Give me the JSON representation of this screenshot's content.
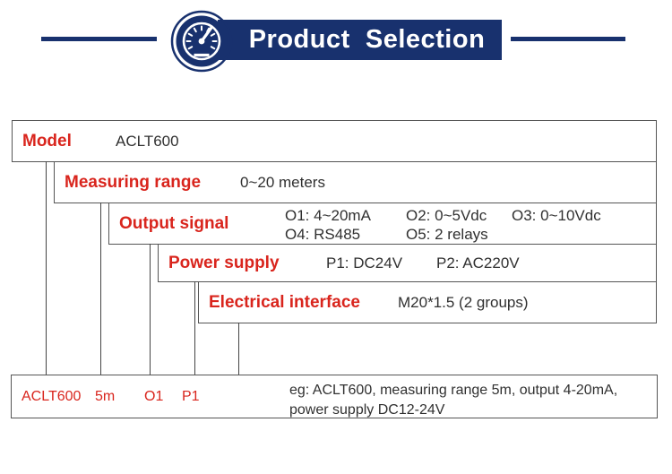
{
  "header": {
    "title": "Product  Selection",
    "icon": "gauge-icon"
  },
  "selector": {
    "rows": [
      {
        "id": "model",
        "label": "Model",
        "values": [
          "ACLT600"
        ]
      },
      {
        "id": "measuring-range",
        "label": "Measuring range",
        "values": [
          "0~20 meters"
        ]
      },
      {
        "id": "output-signal",
        "label": "Output signal",
        "values": [
          "O1: 4~20mA",
          "O2: 0~5Vdc",
          "O3: 0~10Vdc",
          "O4: RS485",
          "O5: 2 relays"
        ]
      },
      {
        "id": "power-supply",
        "label": "Power supply",
        "values": [
          "P1: DC24V",
          "P2: AC220V"
        ]
      },
      {
        "id": "electrical-interface",
        "label": "Electrical interface",
        "values": [
          "M20*1.5 (2 groups)"
        ]
      }
    ],
    "example": {
      "codes": [
        "ACLT600",
        "5m",
        "O1",
        "P1"
      ],
      "description_lines": [
        "eg: ACLT600, measuring range 5m, output 4-20mA,",
        "power supply DC12-24V"
      ]
    }
  },
  "colors": {
    "navy": "#18316e",
    "accent_red": "#d9251d",
    "text_dark": "#303030",
    "border_gray": "#555555"
  }
}
